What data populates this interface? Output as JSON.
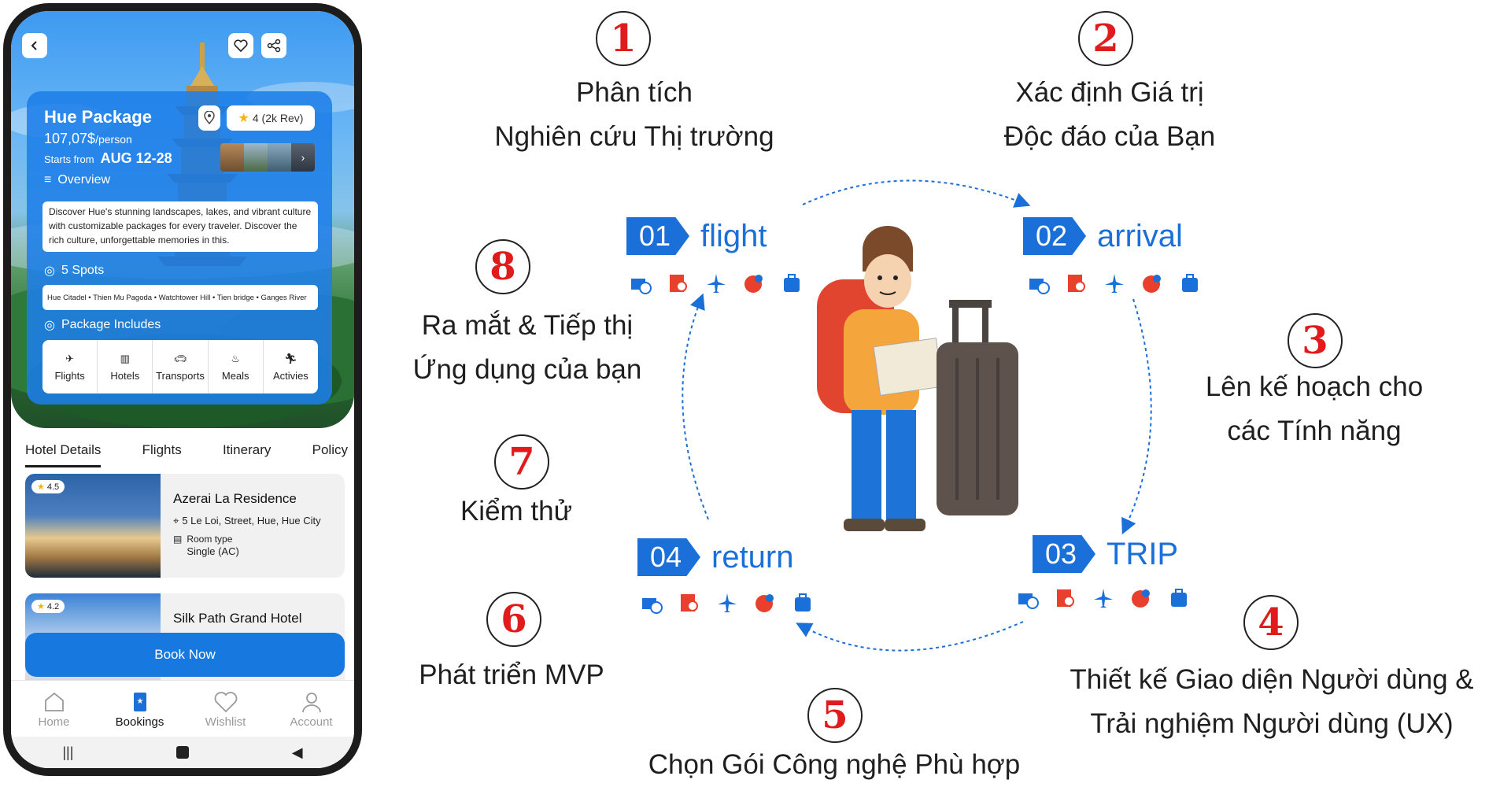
{
  "app": {
    "package_title": "Hue Package",
    "price": "107,07$",
    "price_unit": "/person",
    "starts_label": "Starts from",
    "dates": "AUG 12-28",
    "rating": "4 (2k Rev)",
    "overview_label": "Overview",
    "description": "Discover Hue's stunning landscapes, lakes, and vibrant culture with customizable packages for every traveler. Discover the rich culture, unforgettable memories in this.",
    "spots_label": "5 Spots",
    "spots": "Hue Citadel • Thien Mu Pagoda • Watchtower Hill • Tien bridge • Ganges River",
    "includes_label": "Package Includes",
    "includes": [
      "Flights",
      "Hotels",
      "Transports",
      "Meals",
      "Activies"
    ],
    "tabs": [
      "Hotel Details",
      "Flights",
      "Itinerary",
      "Policy"
    ],
    "hotels": [
      {
        "rating": "4.5",
        "name": "Azerai La Residence",
        "address": "5 Le Loi, Street, Hue, Hue City",
        "room_label": "Room type",
        "room_value": "Single (AC)"
      },
      {
        "rating": "4.2",
        "name": "Silk Path Grand Hotel"
      }
    ],
    "book_now": "Book Now",
    "nav": [
      "Home",
      "Bookings",
      "Wishlist",
      "Account"
    ]
  },
  "steps": [
    {
      "num": "1",
      "line1": "Phân tích",
      "line2": "Nghiên cứu Thị trường"
    },
    {
      "num": "2",
      "line1": "Xác định Giá trị",
      "line2": "Độc đáo của Bạn"
    },
    {
      "num": "3",
      "line1": "Lên kế hoạch cho",
      "line2": "các Tính năng"
    },
    {
      "num": "4",
      "line1": "Thiết kế Giao diện Người dùng &",
      "line2": "Trải nghiệm Người dùng (UX)"
    },
    {
      "num": "5",
      "line1": "Chọn Gói Công nghệ Phù hợp"
    },
    {
      "num": "6",
      "line1": "Phát triển MVP"
    },
    {
      "num": "7",
      "line1": "Kiểm thử"
    },
    {
      "num": "8",
      "line1": "Ra mắt & Tiếp thị",
      "line2": "Ứng dụng của bạn"
    }
  ],
  "stages": [
    {
      "num": "01",
      "label": "flight"
    },
    {
      "num": "02",
      "label": "arrival"
    },
    {
      "num": "03",
      "label": "TRIP"
    },
    {
      "num": "04",
      "label": "return"
    }
  ],
  "colors": {
    "accent_blue": "#1b6fd8",
    "number_red": "#e11b1b",
    "icon_red": "#e8402c"
  }
}
